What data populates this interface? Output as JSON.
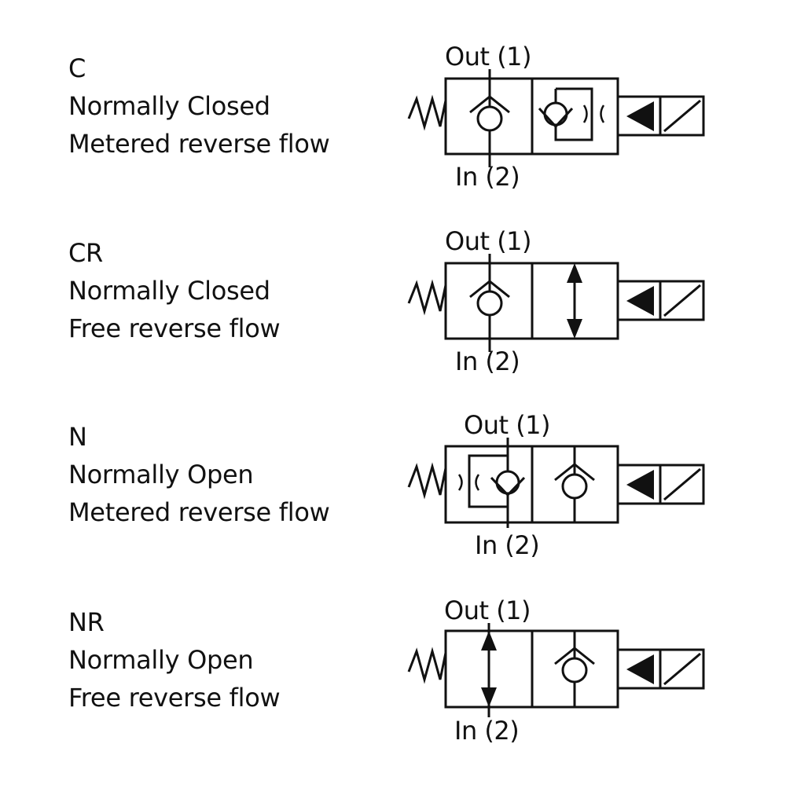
{
  "variants": [
    {
      "code": "C",
      "state": "Normally Closed",
      "reverse_flow": "Metered reverse flow",
      "out_label": "Out (1)",
      "in_label": "In (2)"
    },
    {
      "code": "CR",
      "state": "Normally Closed",
      "reverse_flow": "Free reverse flow",
      "out_label": "Out (1)",
      "in_label": "In (2)"
    },
    {
      "code": "N",
      "state": "Normally Open",
      "reverse_flow": "Metered reverse flow",
      "out_label": "Out (1)",
      "in_label": "In (2)"
    },
    {
      "code": "NR",
      "state": "Normally Open",
      "reverse_flow": "Free reverse flow",
      "out_label": "Out (1)",
      "in_label": "In (2)"
    }
  ],
  "colors": {
    "line": "#111111",
    "background": "#ffffff"
  },
  "icons": [
    "spring-icon",
    "check-valve-icon",
    "metered-check-valve-icon",
    "free-flow-arrow-icon",
    "solenoid-actuator-icon"
  ]
}
